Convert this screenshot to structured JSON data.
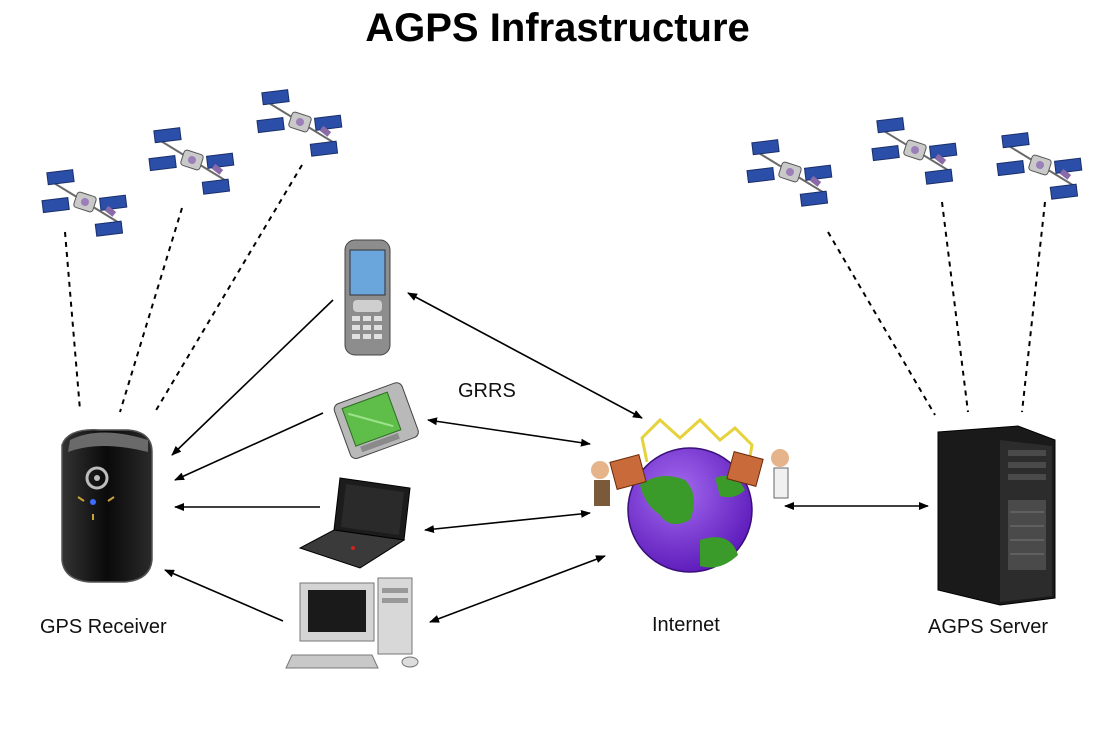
{
  "title": "AGPS Infrastructure",
  "labels": {
    "gps_receiver": "GPS Receiver",
    "internet": "Internet",
    "agps_server": "AGPS Server",
    "grrs": "GRRS"
  },
  "colors": {
    "satellite_panel": "#2b4fa8",
    "ocean": "#7a2fd6",
    "land": "#3a9a2a",
    "wire": "#e6d23a"
  }
}
